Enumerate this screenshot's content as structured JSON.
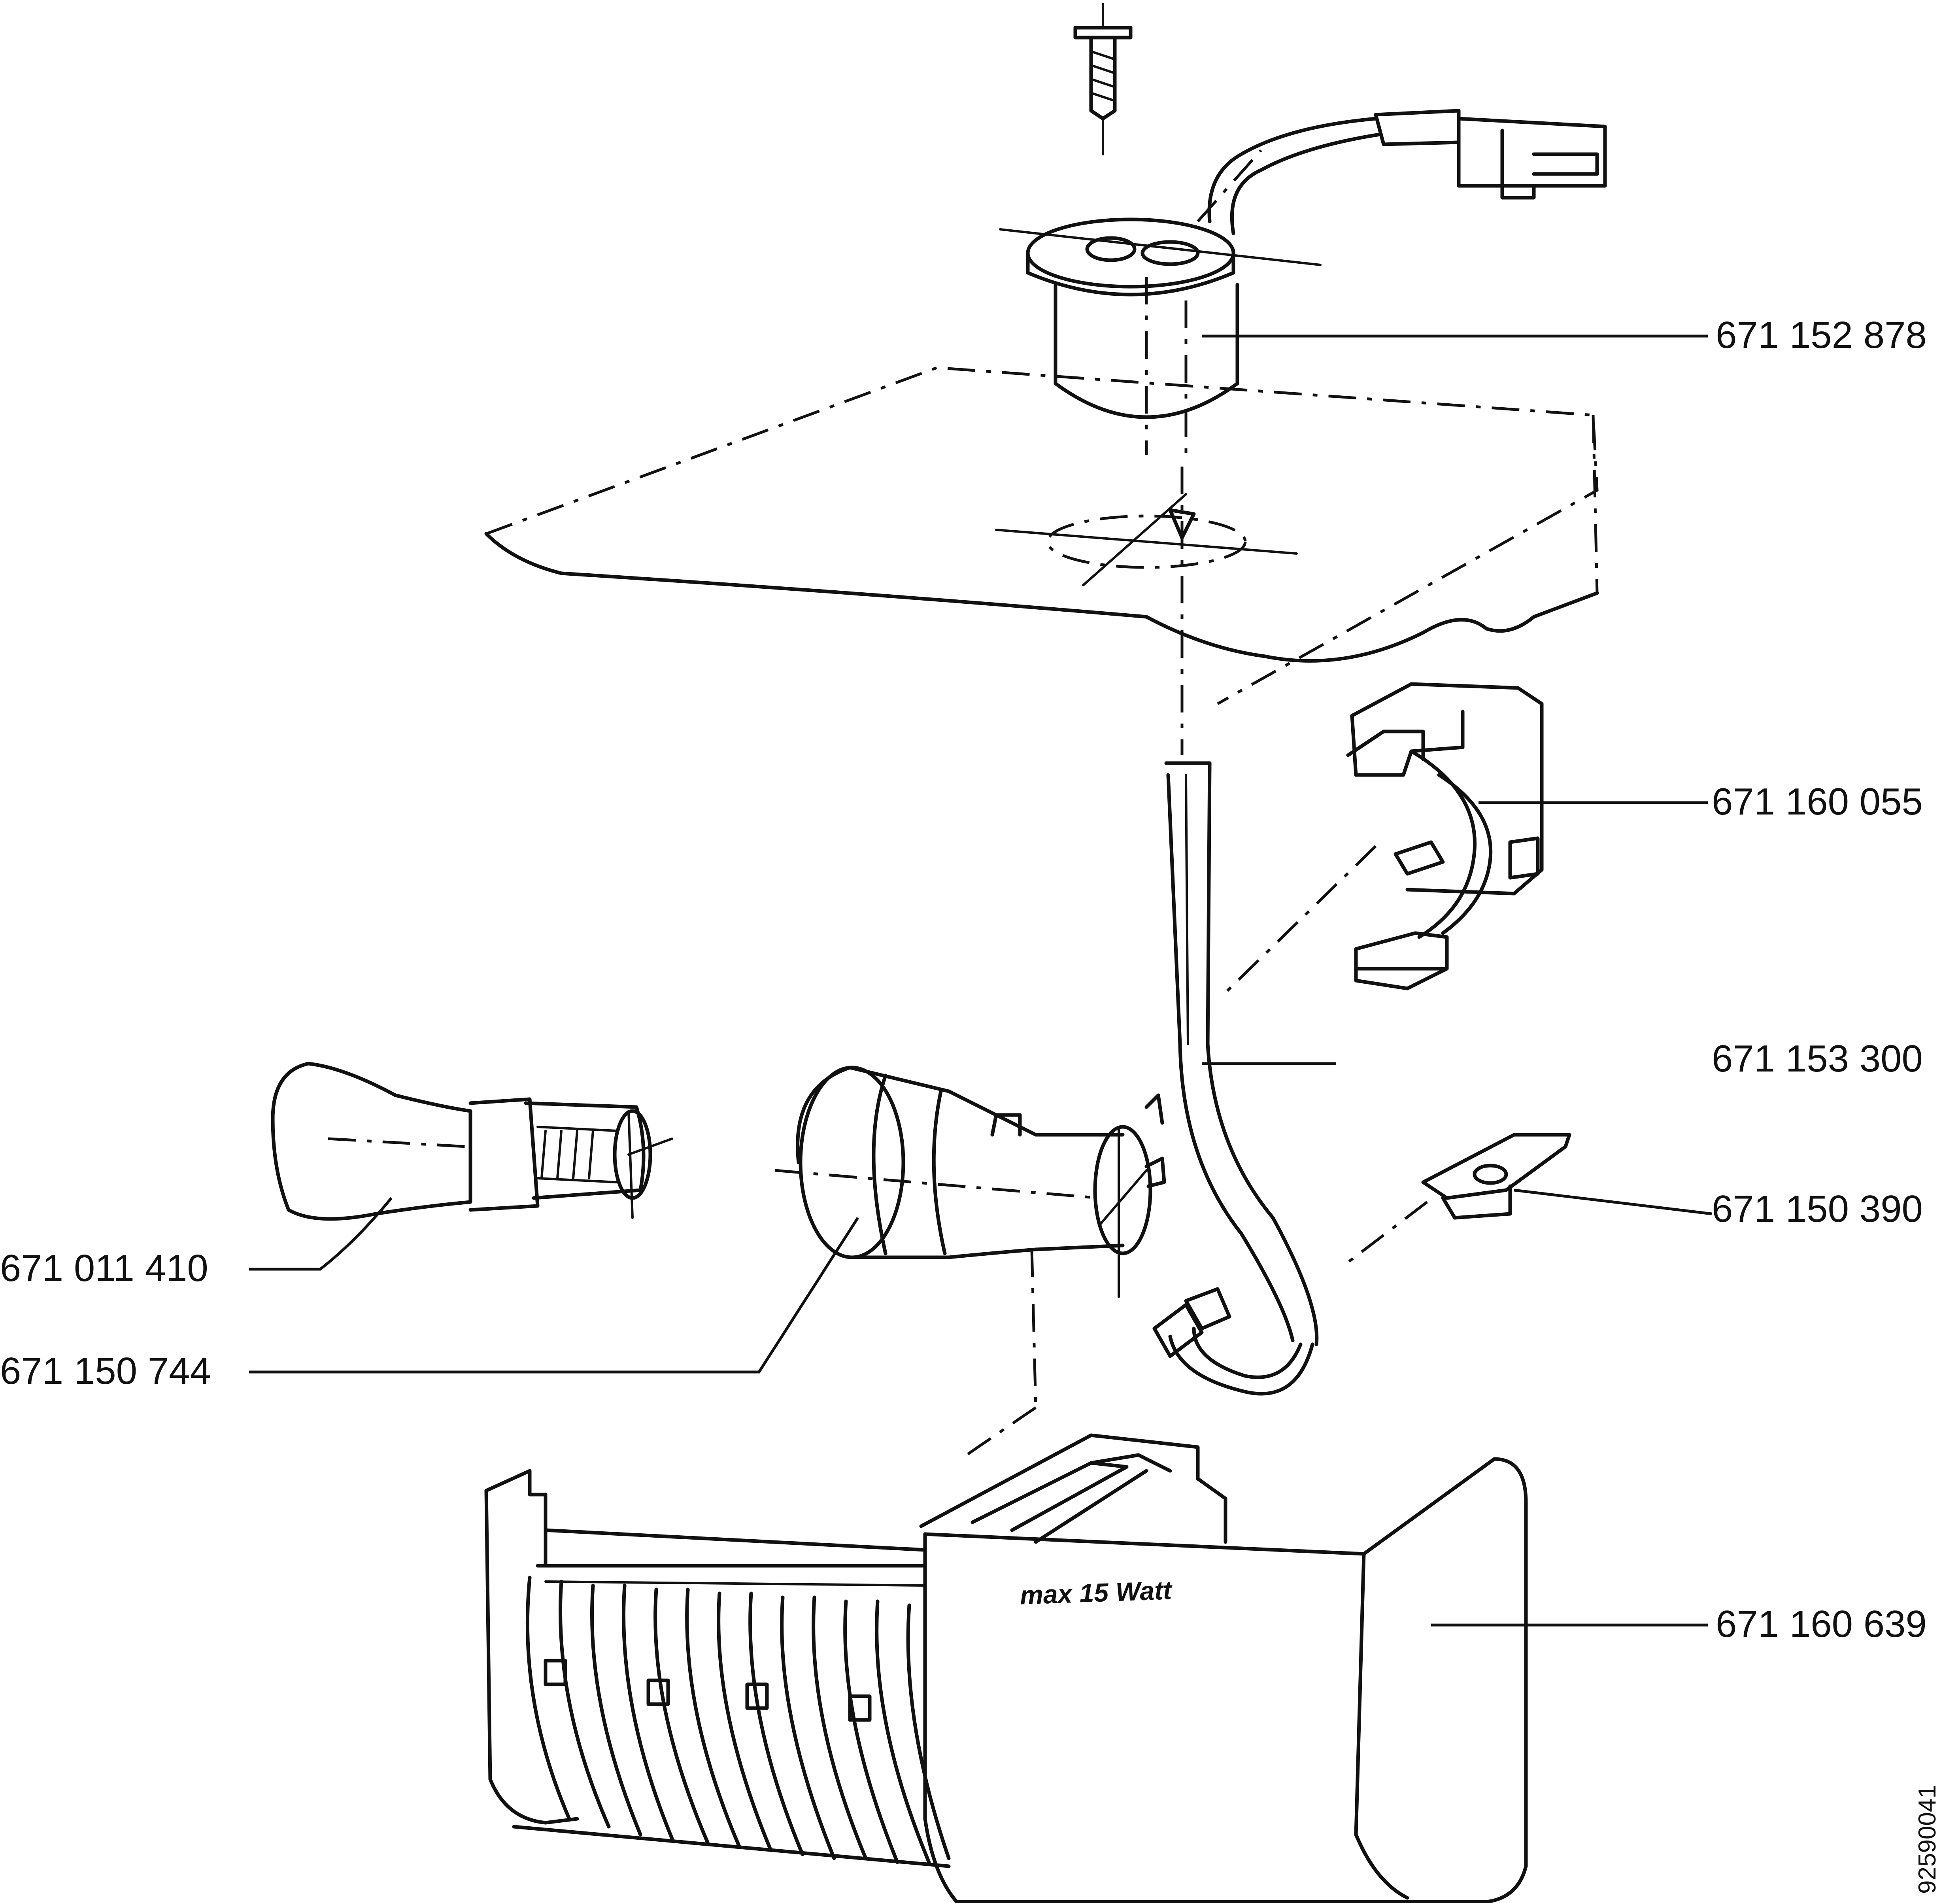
{
  "labels": {
    "cover_cap": "671 152 878",
    "holder_clip": "671 160 055",
    "cable": "671 153 300",
    "terminal_clip": "671 150 390",
    "bulb": "671 011 410",
    "lamp_socket": "671 150 744",
    "lamp_cover": "671 160 639"
  },
  "cover_text": "max 15 Watt",
  "drawing_number": "92590041"
}
